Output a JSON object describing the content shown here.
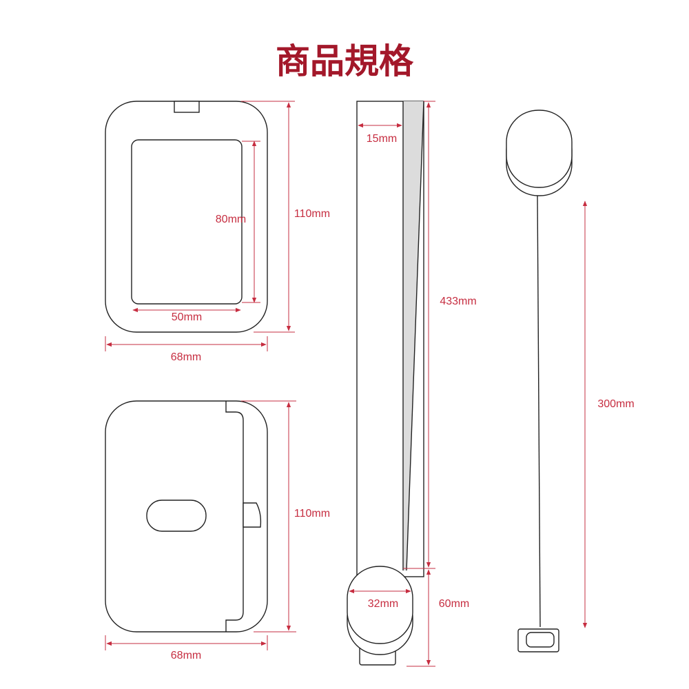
{
  "title": "商品規格",
  "dimensions": {
    "front_window_height": "80mm",
    "front_window_width": "50mm",
    "front_card_height": "110mm",
    "front_card_width": "68mm",
    "lanyard_width": "15mm",
    "lanyard_length": "433mm",
    "reel_diameter": "32mm",
    "reel_height": "60mm",
    "cord_length": "300mm",
    "back_card_height": "110mm",
    "back_card_width": "68mm"
  },
  "colors": {
    "title": "#a3182a",
    "dimension": "#c62d40",
    "outline": "#222222",
    "strap_shade": "#dcdcdc"
  }
}
